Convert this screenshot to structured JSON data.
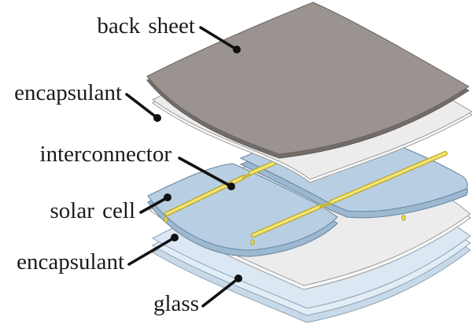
{
  "figure": {
    "type": "exploded-layer-diagram",
    "subject": "photovoltaic solar module layer stack"
  },
  "labels": {
    "back_sheet": "back sheet",
    "encapsulant_top": "encapsulant",
    "interconnector": "interconnector",
    "solar_cell": "solar cell",
    "encapsulant_bottom": "encapsulant",
    "glass": "glass"
  },
  "layers_top_to_bottom": [
    {
      "name": "back sheet",
      "color": "#9a938f"
    },
    {
      "name": "encapsulant",
      "color": "#ececec"
    },
    {
      "name": "solar cell",
      "color": "#b8cfe3"
    },
    {
      "name": "interconnector",
      "color": "#e9d84f"
    },
    {
      "name": "encapsulant",
      "color": "#ececec"
    },
    {
      "name": "glass",
      "color": "#dbe7f3"
    }
  ],
  "colors": {
    "background": "#ffffff",
    "back_sheet_top": "#9a938f",
    "back_sheet_side": "#736d6a",
    "encapsulant_top": "#ececec",
    "encapsulant_side": "#f8f8f8",
    "cell_top": "#b8cfe3",
    "cell_side": "#9db9d1",
    "ribbon": "#e9d84f",
    "ribbon_dark": "#b5a02e",
    "ribbon_highlight": "#f7f0a0",
    "glass_top": "#dbe7f3",
    "glass_mid": "#e3edf6",
    "glass_side": "#c8daea",
    "leader": "#111111"
  }
}
